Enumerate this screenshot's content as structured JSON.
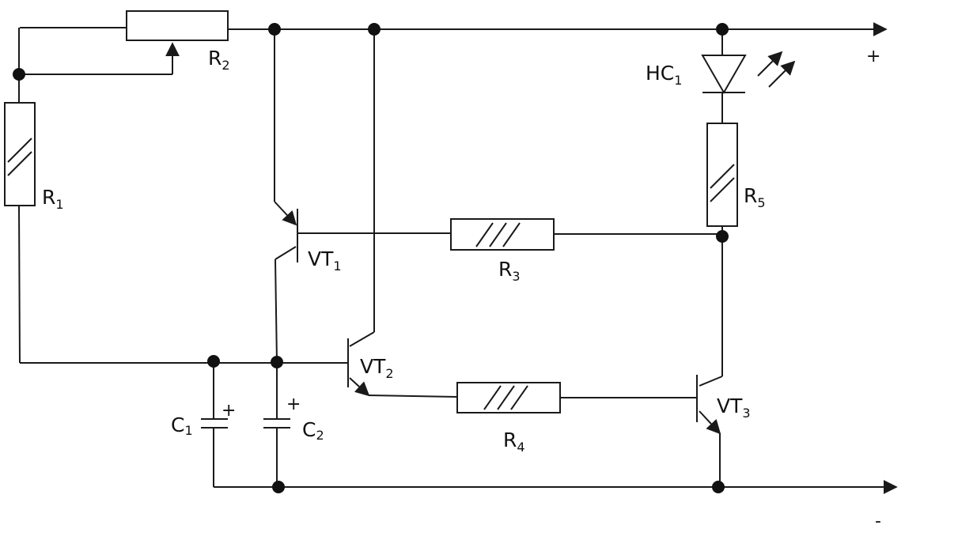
{
  "components": {
    "r1": {
      "name": "R",
      "sub": "1"
    },
    "r2": {
      "name": "R",
      "sub": "2"
    },
    "r3": {
      "name": "R",
      "sub": "3"
    },
    "r4": {
      "name": "R",
      "sub": "4"
    },
    "r5": {
      "name": "R",
      "sub": "5"
    },
    "vt1": {
      "name": "VT",
      "sub": "1"
    },
    "vt2": {
      "name": "VT",
      "sub": "2"
    },
    "vt3": {
      "name": "VT",
      "sub": "3"
    },
    "hc1": {
      "name": "HC",
      "sub": "1"
    },
    "c1": {
      "name": "C",
      "sub": "1"
    },
    "c2": {
      "name": "C",
      "sub": "2"
    }
  },
  "signs": {
    "supply_positive": "+",
    "supply_negative": "-",
    "c1_polarity": "+",
    "c2_polarity": "+"
  }
}
